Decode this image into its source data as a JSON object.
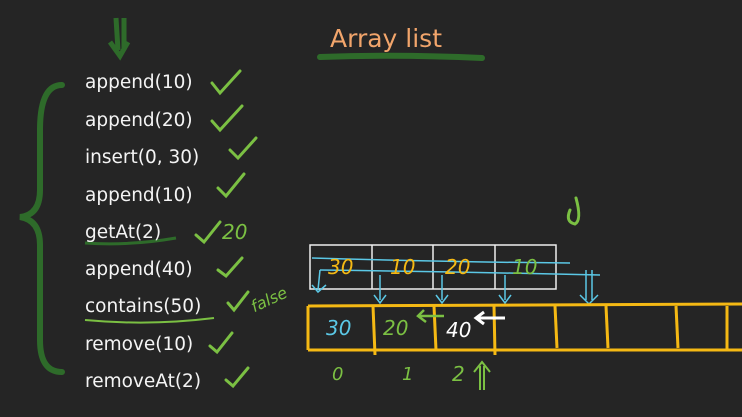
{
  "title": "Array list",
  "operations": [
    "append(10)",
    "append(20)",
    "insert(0, 30)",
    "append(10)",
    "getAt(2)",
    "append(40)",
    "contains(50)",
    "remove(10)",
    "removeAt(2)"
  ],
  "annotations": {
    "getat_result": "20",
    "contains_result": "false"
  },
  "old_array": [
    "30",
    "10",
    "20",
    "10"
  ],
  "new_array": [
    "30",
    "20",
    "40",
    "",
    "",
    "",
    "",
    ""
  ],
  "indices": [
    "0",
    "1",
    "2"
  ],
  "colors": {
    "title": "#f2a56b",
    "check": "#7bc043",
    "yellow": "#f5b914",
    "cyan": "#5bc8e6",
    "brace": "#2e6b2a"
  }
}
